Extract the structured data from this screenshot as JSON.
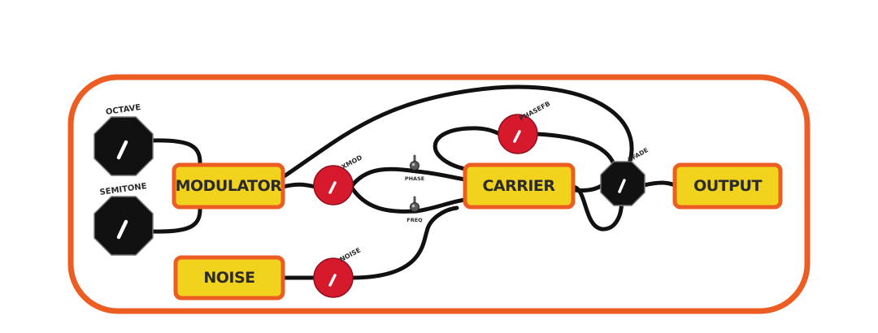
{
  "colors": {
    "frame": "#ec5d24",
    "block_fill": "#f1d21c",
    "block_border": "#ec5d24",
    "knob_black": "#111111",
    "knob_red": "#d7192c",
    "wire": "#111111"
  },
  "blocks": {
    "modulator": "MODULATOR",
    "carrier": "CARRIER",
    "output": "OUTPUT",
    "noise": "NOISE"
  },
  "knobs": {
    "octave": {
      "label": "OCTAVE",
      "icon": "black-knob-icon"
    },
    "semitone": {
      "label": "SEMITONE",
      "icon": "black-knob-icon"
    },
    "xmod": {
      "label": "XMOD",
      "icon": "red-knob-icon"
    },
    "phase_fb": {
      "label": "PHASEFB",
      "icon": "red-knob-icon"
    },
    "xfade": {
      "label": "XFADE",
      "icon": "black-knob-icon"
    },
    "noise": {
      "label": "NOISE",
      "icon": "red-knob-icon"
    }
  },
  "switches": {
    "phase": {
      "label": "PHASE",
      "icon": "toggle-switch-icon"
    },
    "freq": {
      "label": "FREQ",
      "icon": "toggle-switch-icon"
    }
  }
}
